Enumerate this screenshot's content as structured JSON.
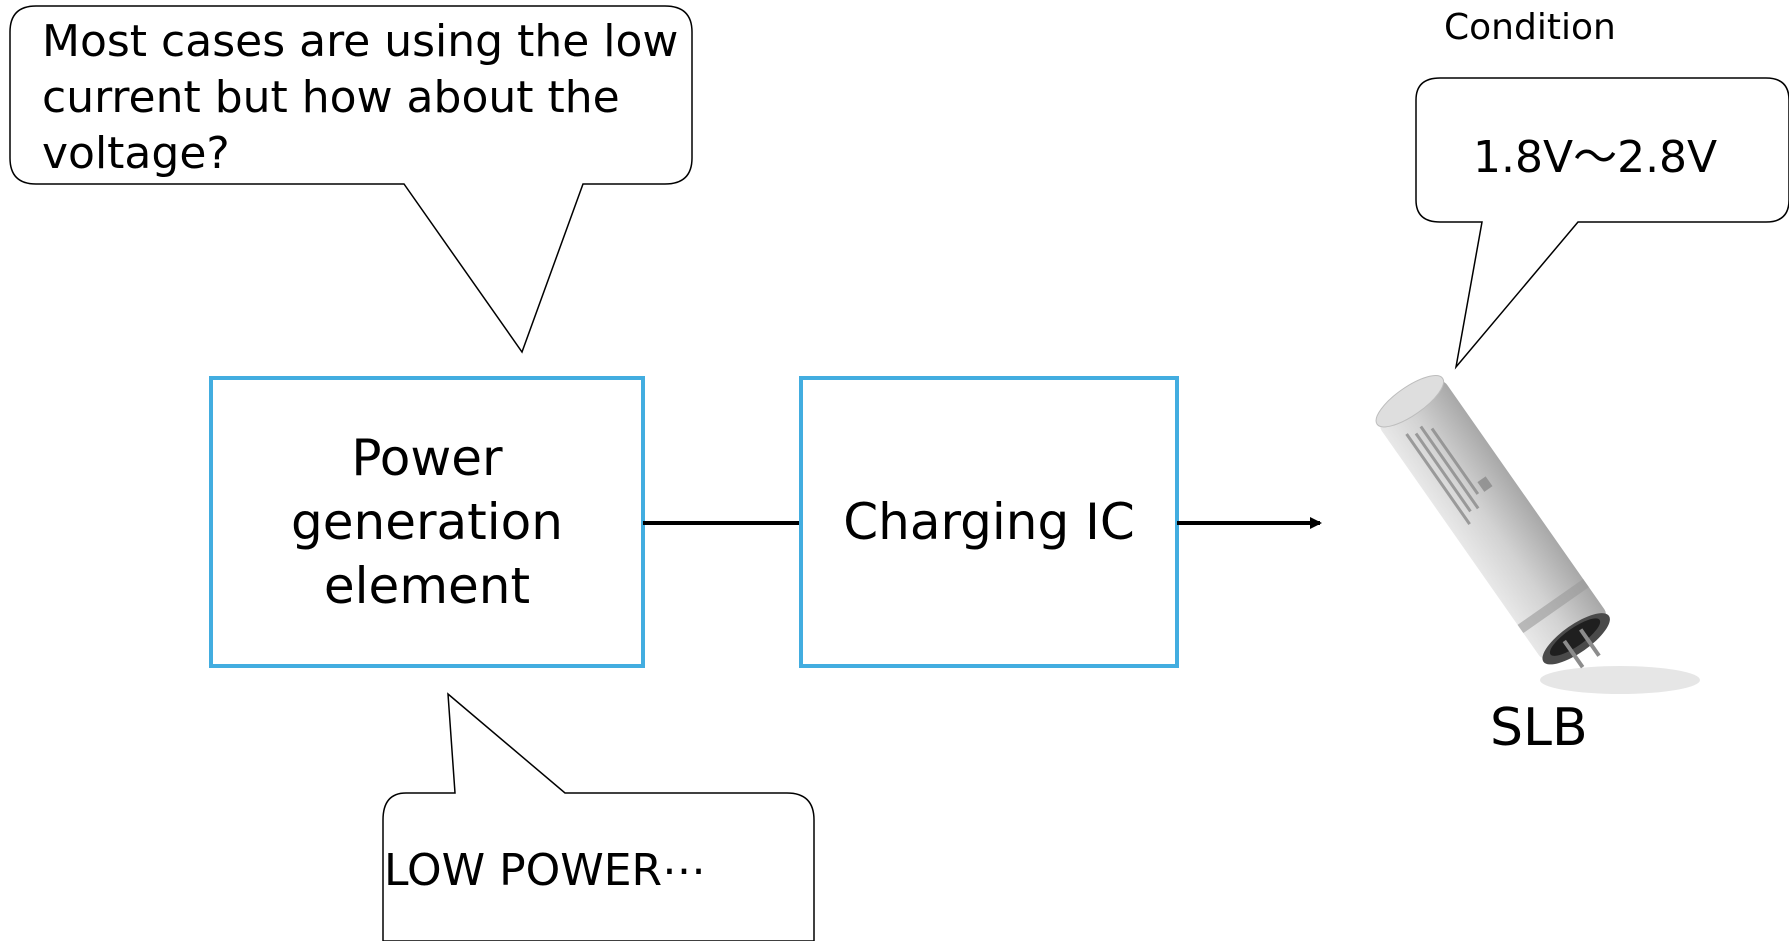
{
  "diagram": {
    "callouts": {
      "question": "Most cases are using the low current but how about the voltage?",
      "low_power": "LOW POWER⋯",
      "voltage_range": "1.8V～2.8V"
    },
    "condition_label": "Condition",
    "blocks": {
      "power_generation": "Power\ngeneration\nelement",
      "charging_ic": "Charging IC"
    },
    "battery": {
      "label": "SLB"
    },
    "colors": {
      "block_border": "#42ade0",
      "line": "#000000",
      "battery_body": "#c9c9c9",
      "battery_shade": "#9a9a9a"
    }
  }
}
